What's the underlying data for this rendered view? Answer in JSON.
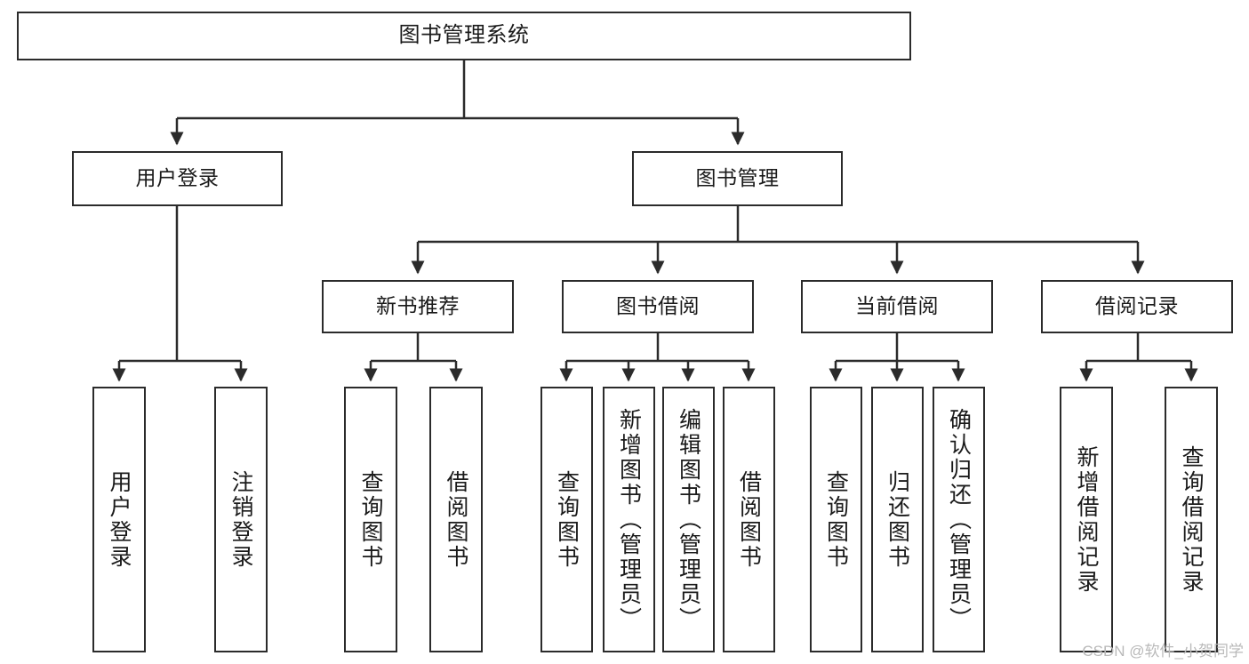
{
  "diagram": {
    "title": "图书管理系统",
    "type": "功能结构图",
    "watermark": "CSDN @软件_小贺同学",
    "colors": {
      "stroke": "#2b2b2b",
      "fill": "#ffffff",
      "text": "#1a1a1a",
      "watermark": "#b9b9b9"
    },
    "root": {
      "label": "图书管理系统"
    },
    "level2": [
      {
        "label": "用户登录"
      },
      {
        "label": "图书管理"
      }
    ],
    "level3": [
      {
        "label": "新书推荐"
      },
      {
        "label": "图书借阅"
      },
      {
        "label": "当前借阅"
      },
      {
        "label": "借阅记录"
      }
    ],
    "leaves": {
      "user_login": [
        {
          "label": "用户登录"
        },
        {
          "label": "注销登录"
        }
      ],
      "new_book": [
        {
          "label": "查询图书"
        },
        {
          "label": "借阅图书"
        }
      ],
      "book_borrow": [
        {
          "label": "查询图书"
        },
        {
          "label": "新增图书（管理员）"
        },
        {
          "label": "编辑图书（管理员）"
        },
        {
          "label": "借阅图书"
        }
      ],
      "current_borrow": [
        {
          "label": "查询图书"
        },
        {
          "label": "归还图书"
        },
        {
          "label": "确认归还（管理员）"
        }
      ],
      "borrow_record": [
        {
          "label": "新增借阅记录"
        },
        {
          "label": "查询借阅记录"
        }
      ]
    }
  }
}
